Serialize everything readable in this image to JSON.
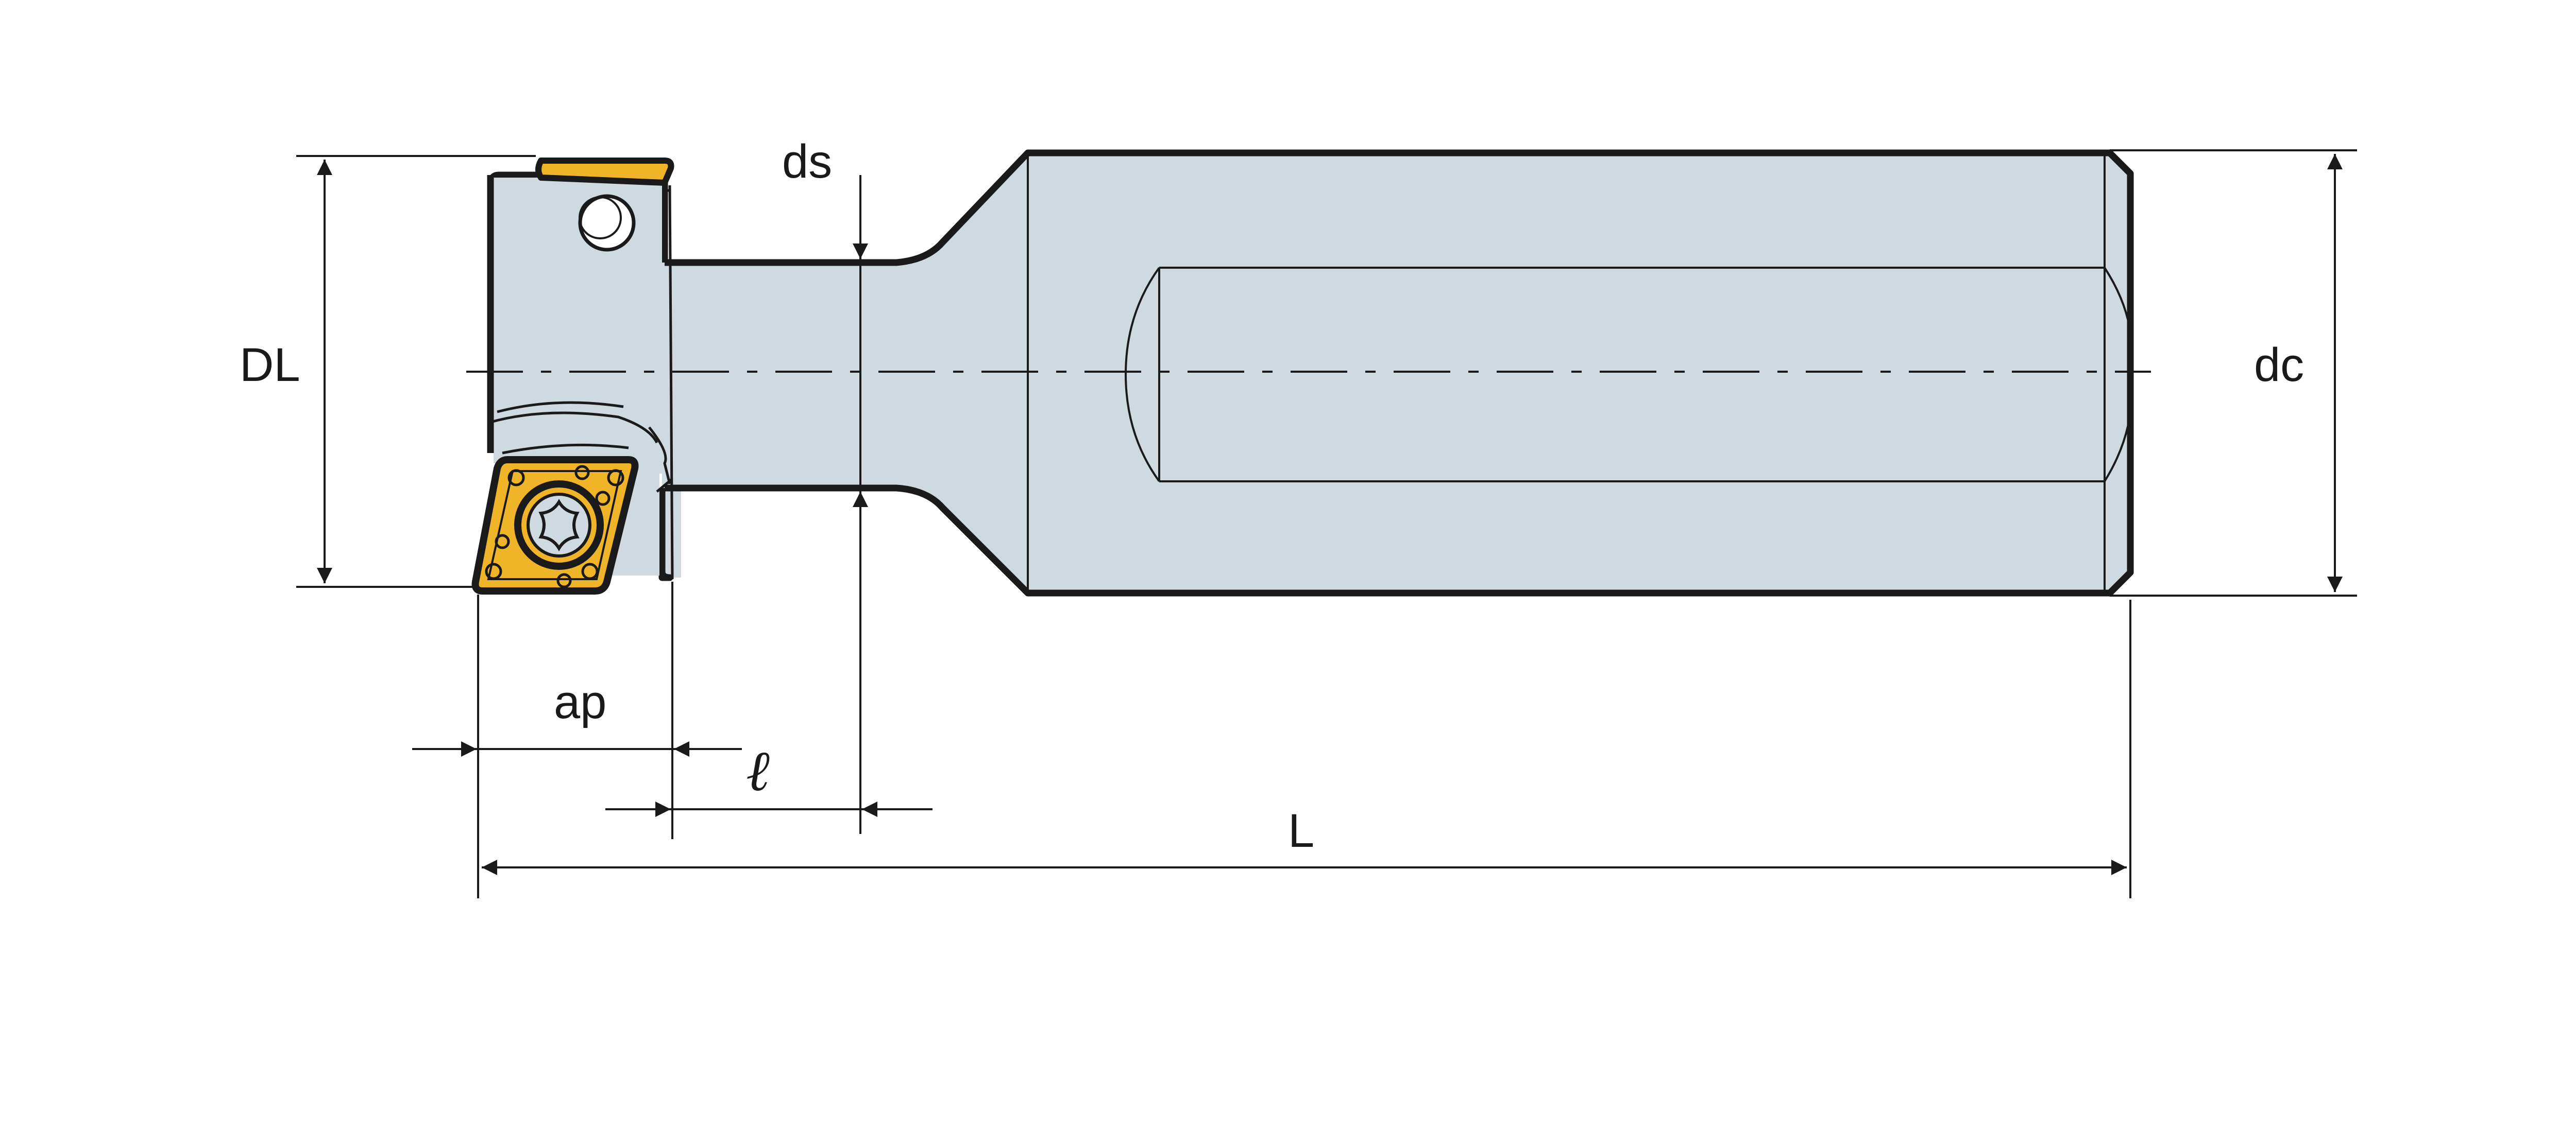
{
  "labels": {
    "DL": "DL",
    "ds": "ds",
    "dc": "dc",
    "ap": "ap",
    "l": "ℓ",
    "L": "L"
  },
  "colors": {
    "body_fill": "#CED9E0",
    "insert_fill": "#F0B429",
    "insert_outline": "#1a1a1a",
    "line": "#1a1a1a",
    "background": "#ffffff"
  },
  "icons": {
    "screw": "torx-screw-icon",
    "insert": "square-insert-icon"
  }
}
